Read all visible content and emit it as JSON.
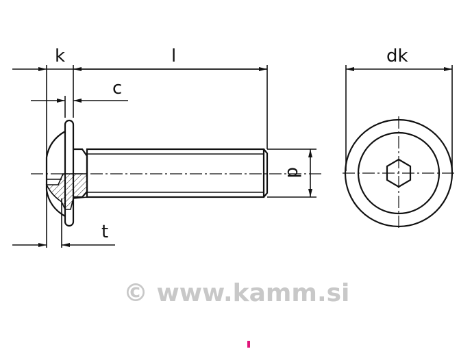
{
  "drawing": {
    "labels": {
      "k": "k",
      "l": "l",
      "c": "c",
      "t": "t",
      "d": "d",
      "dk": "dk"
    },
    "watermark": "© www.kamm.si",
    "marker_color": "#e0157a"
  }
}
